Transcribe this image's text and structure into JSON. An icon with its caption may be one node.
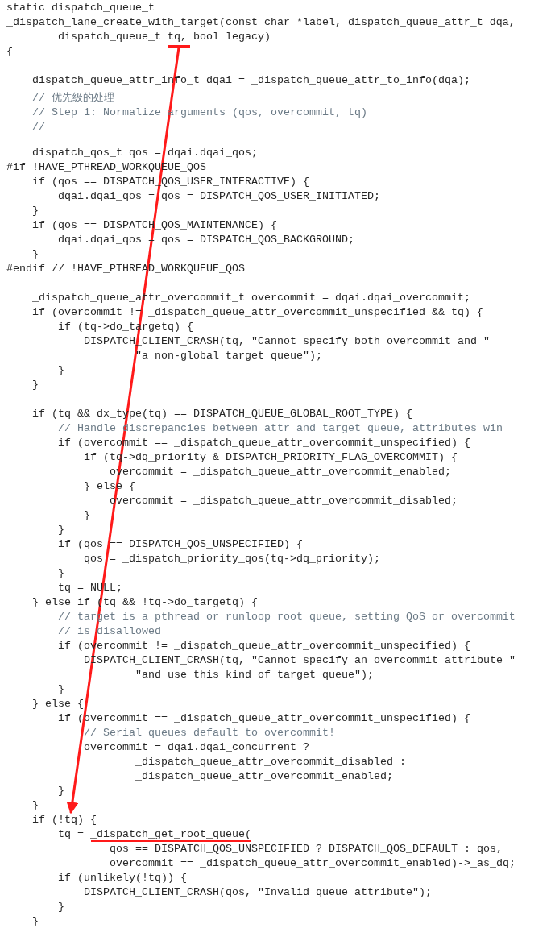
{
  "diagram": {
    "nodes": [
      {
        "text": [],
        "shape": "bar"
      },
      {
        "text": [
          "if (!tq) {"
        ]
      }
    ],
    "edges": [
      {
        "from": 0,
        "to": 1,
        "arrow": "to"
      }
    ],
    "labels": [
      "static dispatch_queue_t",
      "_dispatch_lane_create_with_target(const char *label, dispatch_queue_attr_t dqa,",
      "dispatch_queue_t tq, bool legacy)",
      "{",
      "dispatch_queue_attr_info_t dqai = _dispatch_queue_attr_to_info(dqa);",
      "// 优先级的处理",
      "// Step 1: Normalize arguments (qos, overcommit, tq)",
      "//",
      "dispatch_qos_t qos = dqai.dqai_qos;",
      "#if !HAVE_PTHREAD_WORKQUEUE_QOS",
      "if (qos == DISPATCH_QOS_USER_INTERACTIVE) {",
      "dqai.dqai_qos = qos = DISPATCH_QOS_USER_INITIATED;",
      "}",
      "if (qos == DISPATCH_QOS_MAINTENANCE) {",
      "dqai.dqai_qos = qos = DISPATCH_QOS_BACKGROUND;",
      "}",
      "#endif // !HAVE_PTHREAD_WORKQUEUE_QOS",
      "_dispatch_queue_attr_overcommit_t overcommit = dqai.dqai_overcommit;",
      "if (overcommit != _dispatch_queue_attr_overcommit_unspecified && tq) {",
      "if (tq->do_targetq) {",
      "DISPATCH_CLIENT_CRASH(tq, \"Cannot specify both overcommit and \"",
      "\"a non-global target queue\");",
      "}",
      "}",
      "if (tq && dx_type(tq) == DISPATCH_QUEUE_GLOBAL_ROOT_TYPE) {",
      "// Handle discrepancies between attr and target queue, attributes win",
      "if (overcommit == _dispatch_queue_attr_overcommit_unspecified) {",
      "if (tq->dq_priority & DISPATCH_PRIORITY_FLAG_OVERCOMMIT) {",
      "overcommit = _dispatch_queue_attr_overcommit_enabled;",
      "} else {",
      "overcommit = _dispatch_queue_attr_overcommit_disabled;",
      "}",
      "}",
      "if (qos == DISPATCH_QOS_UNSPECIFIED) {",
      "qos = _dispatch_priority_qos(tq->dq_priority);",
      "}",
      "tq = NULL;",
      "} else if (tq && !tq->do_targetq) {",
      "// target is a pthread or runloop root queue, setting QoS or overcommit",
      "// is disallowed",
      "if (overcommit != _dispatch_queue_attr_overcommit_unspecified) {",
      "DISPATCH_CLIENT_CRASH(tq, \"Cannot specify an overcommit attribute \"",
      "\"and use this kind of target queue\");",
      "}",
      "} else {",
      "if (overcommit == _dispatch_queue_attr_overcommit_unspecified) {",
      "// Serial queues default to overcommit!",
      "overcommit = dqai.dqai_concurrent ?",
      "_dispatch_queue_attr_overcommit_disabled :",
      "_dispatch_queue_attr_overcommit_enabled;",
      "}",
      "}",
      "tq = _dispatch_get_root_queue(",
      "qos == DISPATCH_QOS_UNSPECIFIED ? DISPATCH_QOS_DEFAULT : qos,",
      "overcommit == _dispatch_queue_attr_overcommit_enabled)->_as_dq;",
      "if (unlikely(!tq)) {",
      "DISPATCH_CLIENT_CRASH(qos, \"Invalid queue attribute\");",
      "}",
      "}"
    ]
  }
}
